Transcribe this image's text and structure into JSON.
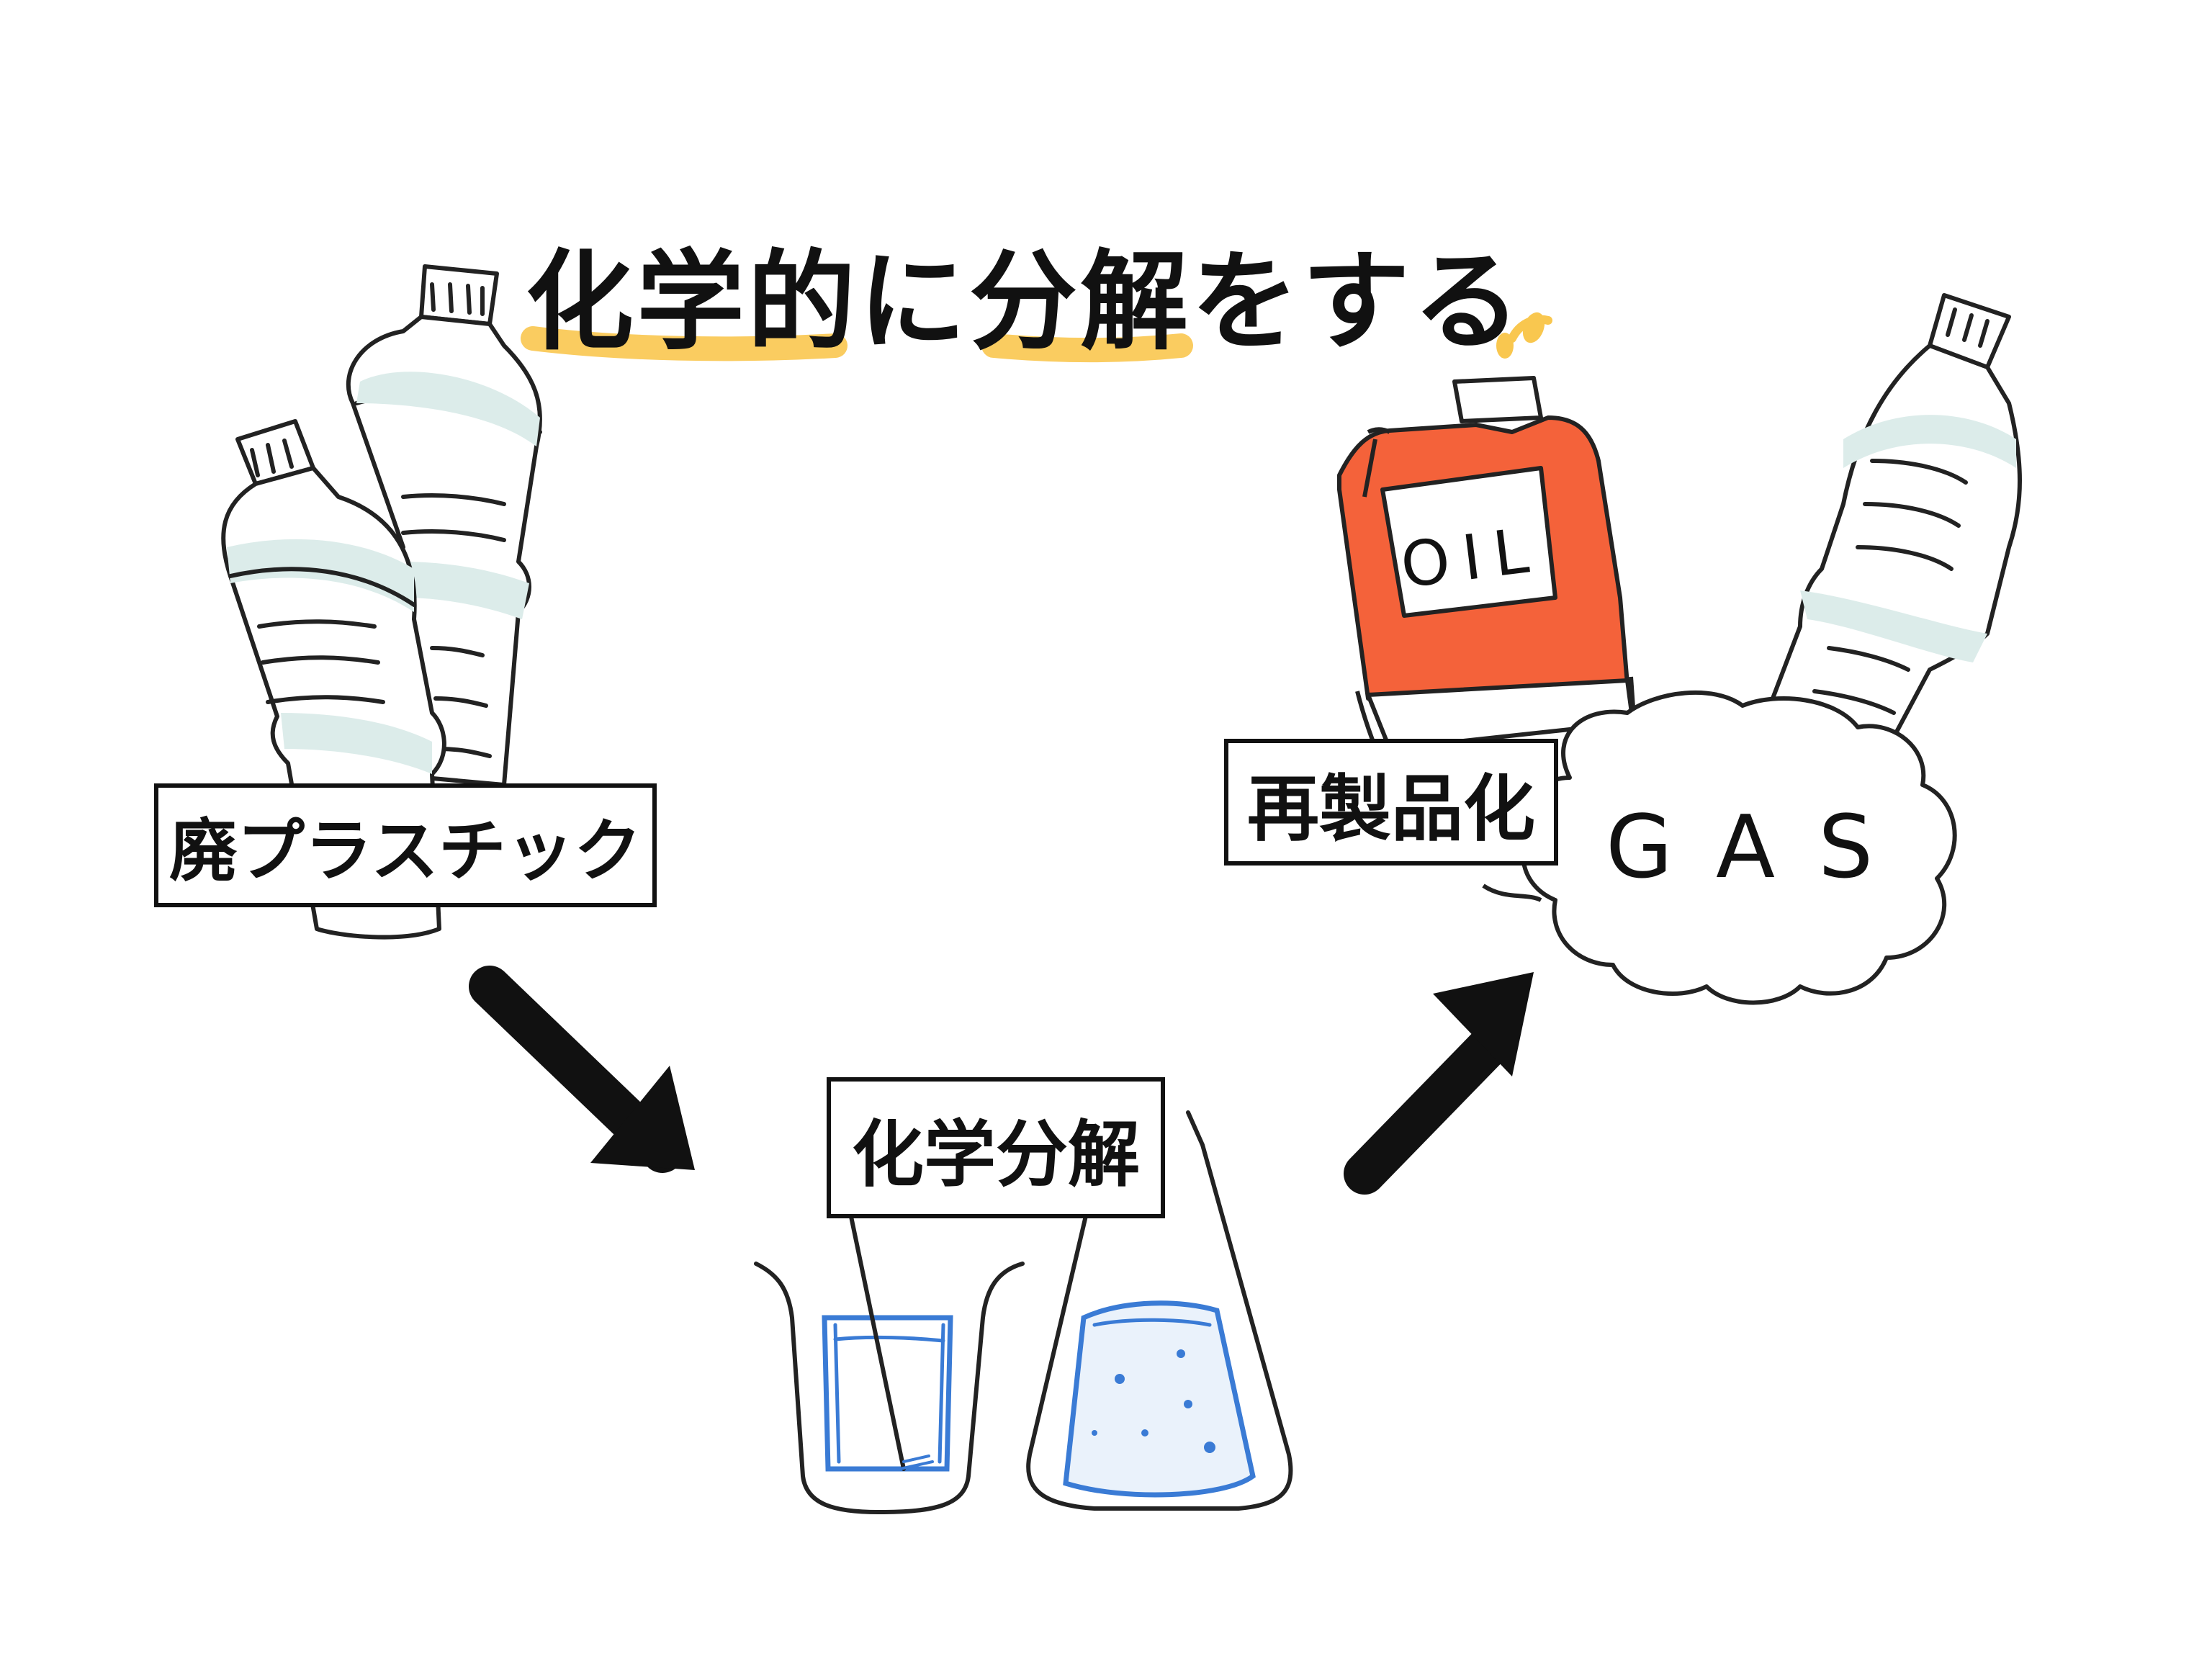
{
  "title": "化学的に分解をする",
  "labels": {
    "waste_plastic": "廃プラスチック",
    "chemical_decomposition": "化学分解",
    "recycling": "再製品化"
  },
  "products": {
    "oil": "OIL",
    "gas": "GAS"
  },
  "icons": [
    "plastic-bottles",
    "beaker",
    "flask",
    "oil-can",
    "gas-cloud",
    "plastic-bottle",
    "arrow-down-right",
    "arrow-up-right"
  ],
  "colors": {
    "highlight": "#f9c74f",
    "oil_can": "#f4623a",
    "liquid": "#3a7bd5",
    "bottle_tint": "#dcecea"
  }
}
